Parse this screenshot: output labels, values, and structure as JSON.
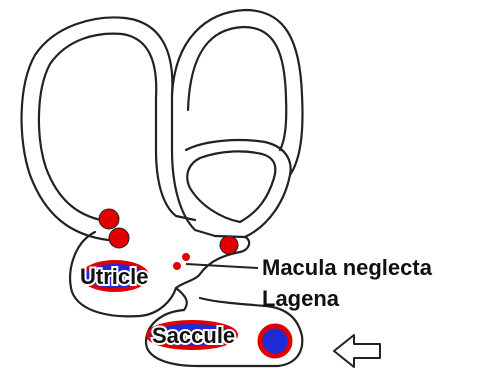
{
  "diagram": {
    "labels": {
      "utricle": "Utricle",
      "saccule": "Saccule",
      "macula_neglecta": "Macula neglecta",
      "lagena": "Lagena"
    },
    "colors": {
      "outline": "#222222",
      "sensory_patch": "#e00000",
      "macula_core": "#1f2bd6",
      "background": "#ffffff"
    },
    "icons": [
      "direction-arrow-icon"
    ]
  }
}
